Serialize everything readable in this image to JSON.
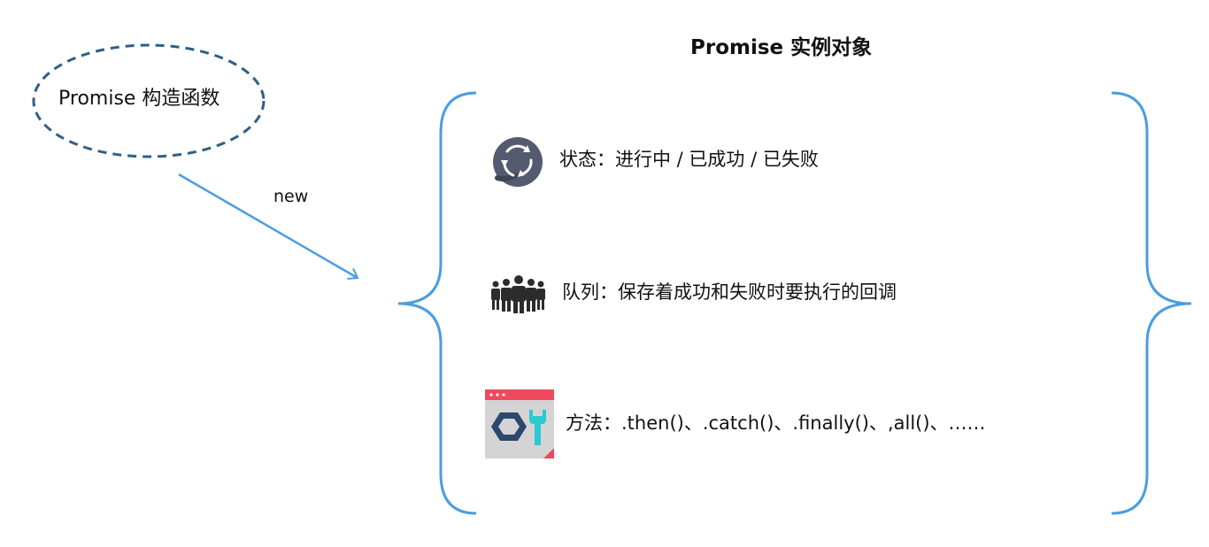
{
  "diagram": {
    "constructor_node": {
      "label": "Promise 构造函数"
    },
    "edge": {
      "label": "new"
    },
    "instance": {
      "title": "Promise 实例对象",
      "items": [
        {
          "icon": "cycle-icon",
          "label": "状态：进行中 / 已成功 / 已失败"
        },
        {
          "icon": "people-icon",
          "label": "队列：保存着成功和失败时要执行的回调"
        },
        {
          "icon": "tool-window-icon",
          "label": "方法：.then()、.catch()、.finally()、,all()、……"
        }
      ]
    }
  },
  "colors": {
    "ellipse_stroke": "#2f5f87",
    "connector": "#4a9ee0",
    "state_icon": "#545a70",
    "people_icon": "#2c2c2c",
    "tool_window_header": "#f0495e",
    "tool_window_body": "#d4d4d4",
    "tool_window_nut": "#2e4770",
    "tool_window_wrench": "#2bc9d0"
  }
}
